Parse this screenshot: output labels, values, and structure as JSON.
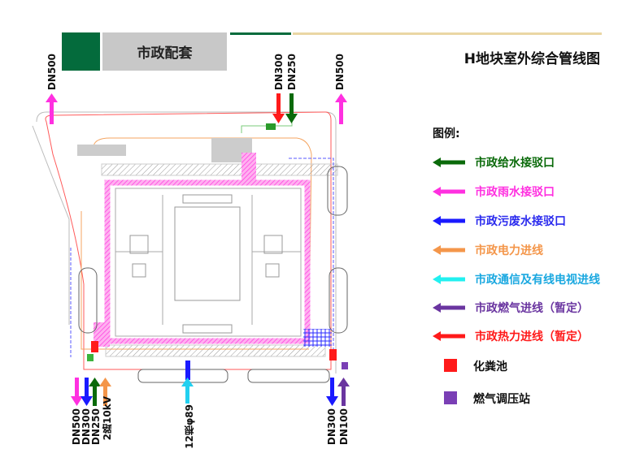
{
  "header": {
    "section_label": "市政配套",
    "page_title": "H地块室外综合管线图",
    "colors": {
      "brand_green": "#046b3c",
      "section_gray": "#c8c8c8",
      "accent_tan": "#ead7a4"
    }
  },
  "legend": {
    "title": "图例:",
    "arrows": [
      {
        "label": "市政给水接驳口",
        "color": "#0a6a0a"
      },
      {
        "label": "市政雨水接驳口",
        "color": "#ff30e0"
      },
      {
        "label": "市政污废水接驳口",
        "color": "#1a1aff"
      },
      {
        "label": "市政电力进线",
        "color": "#f4964a"
      },
      {
        "label": "市政通信及有线电视进线",
        "color": "#22d0f0"
      },
      {
        "label": "市政燃气进线（暂定）",
        "color": "#6a35a0"
      },
      {
        "label": "市政热力进线（暂定）",
        "color": "#ff1a1a"
      }
    ],
    "squares": [
      {
        "label": "化粪池",
        "color": "#ff1a1a"
      },
      {
        "label": "燃气调压站",
        "color": "#7a3fb5"
      }
    ]
  },
  "connections": {
    "top_left_storm": "DN500",
    "top_heat": "DN300",
    "top_water": "DN250",
    "top_right_storm": "DN500",
    "bottom_left_storm": "DN500",
    "bottom_left_sewage": "DN300",
    "bottom_left_water": "DN250",
    "bottom_left_power": "2路10kV",
    "bottom_telecom": "12根φ89",
    "bottom_right_sewage": "DN300",
    "bottom_right_gas": "DN100"
  }
}
